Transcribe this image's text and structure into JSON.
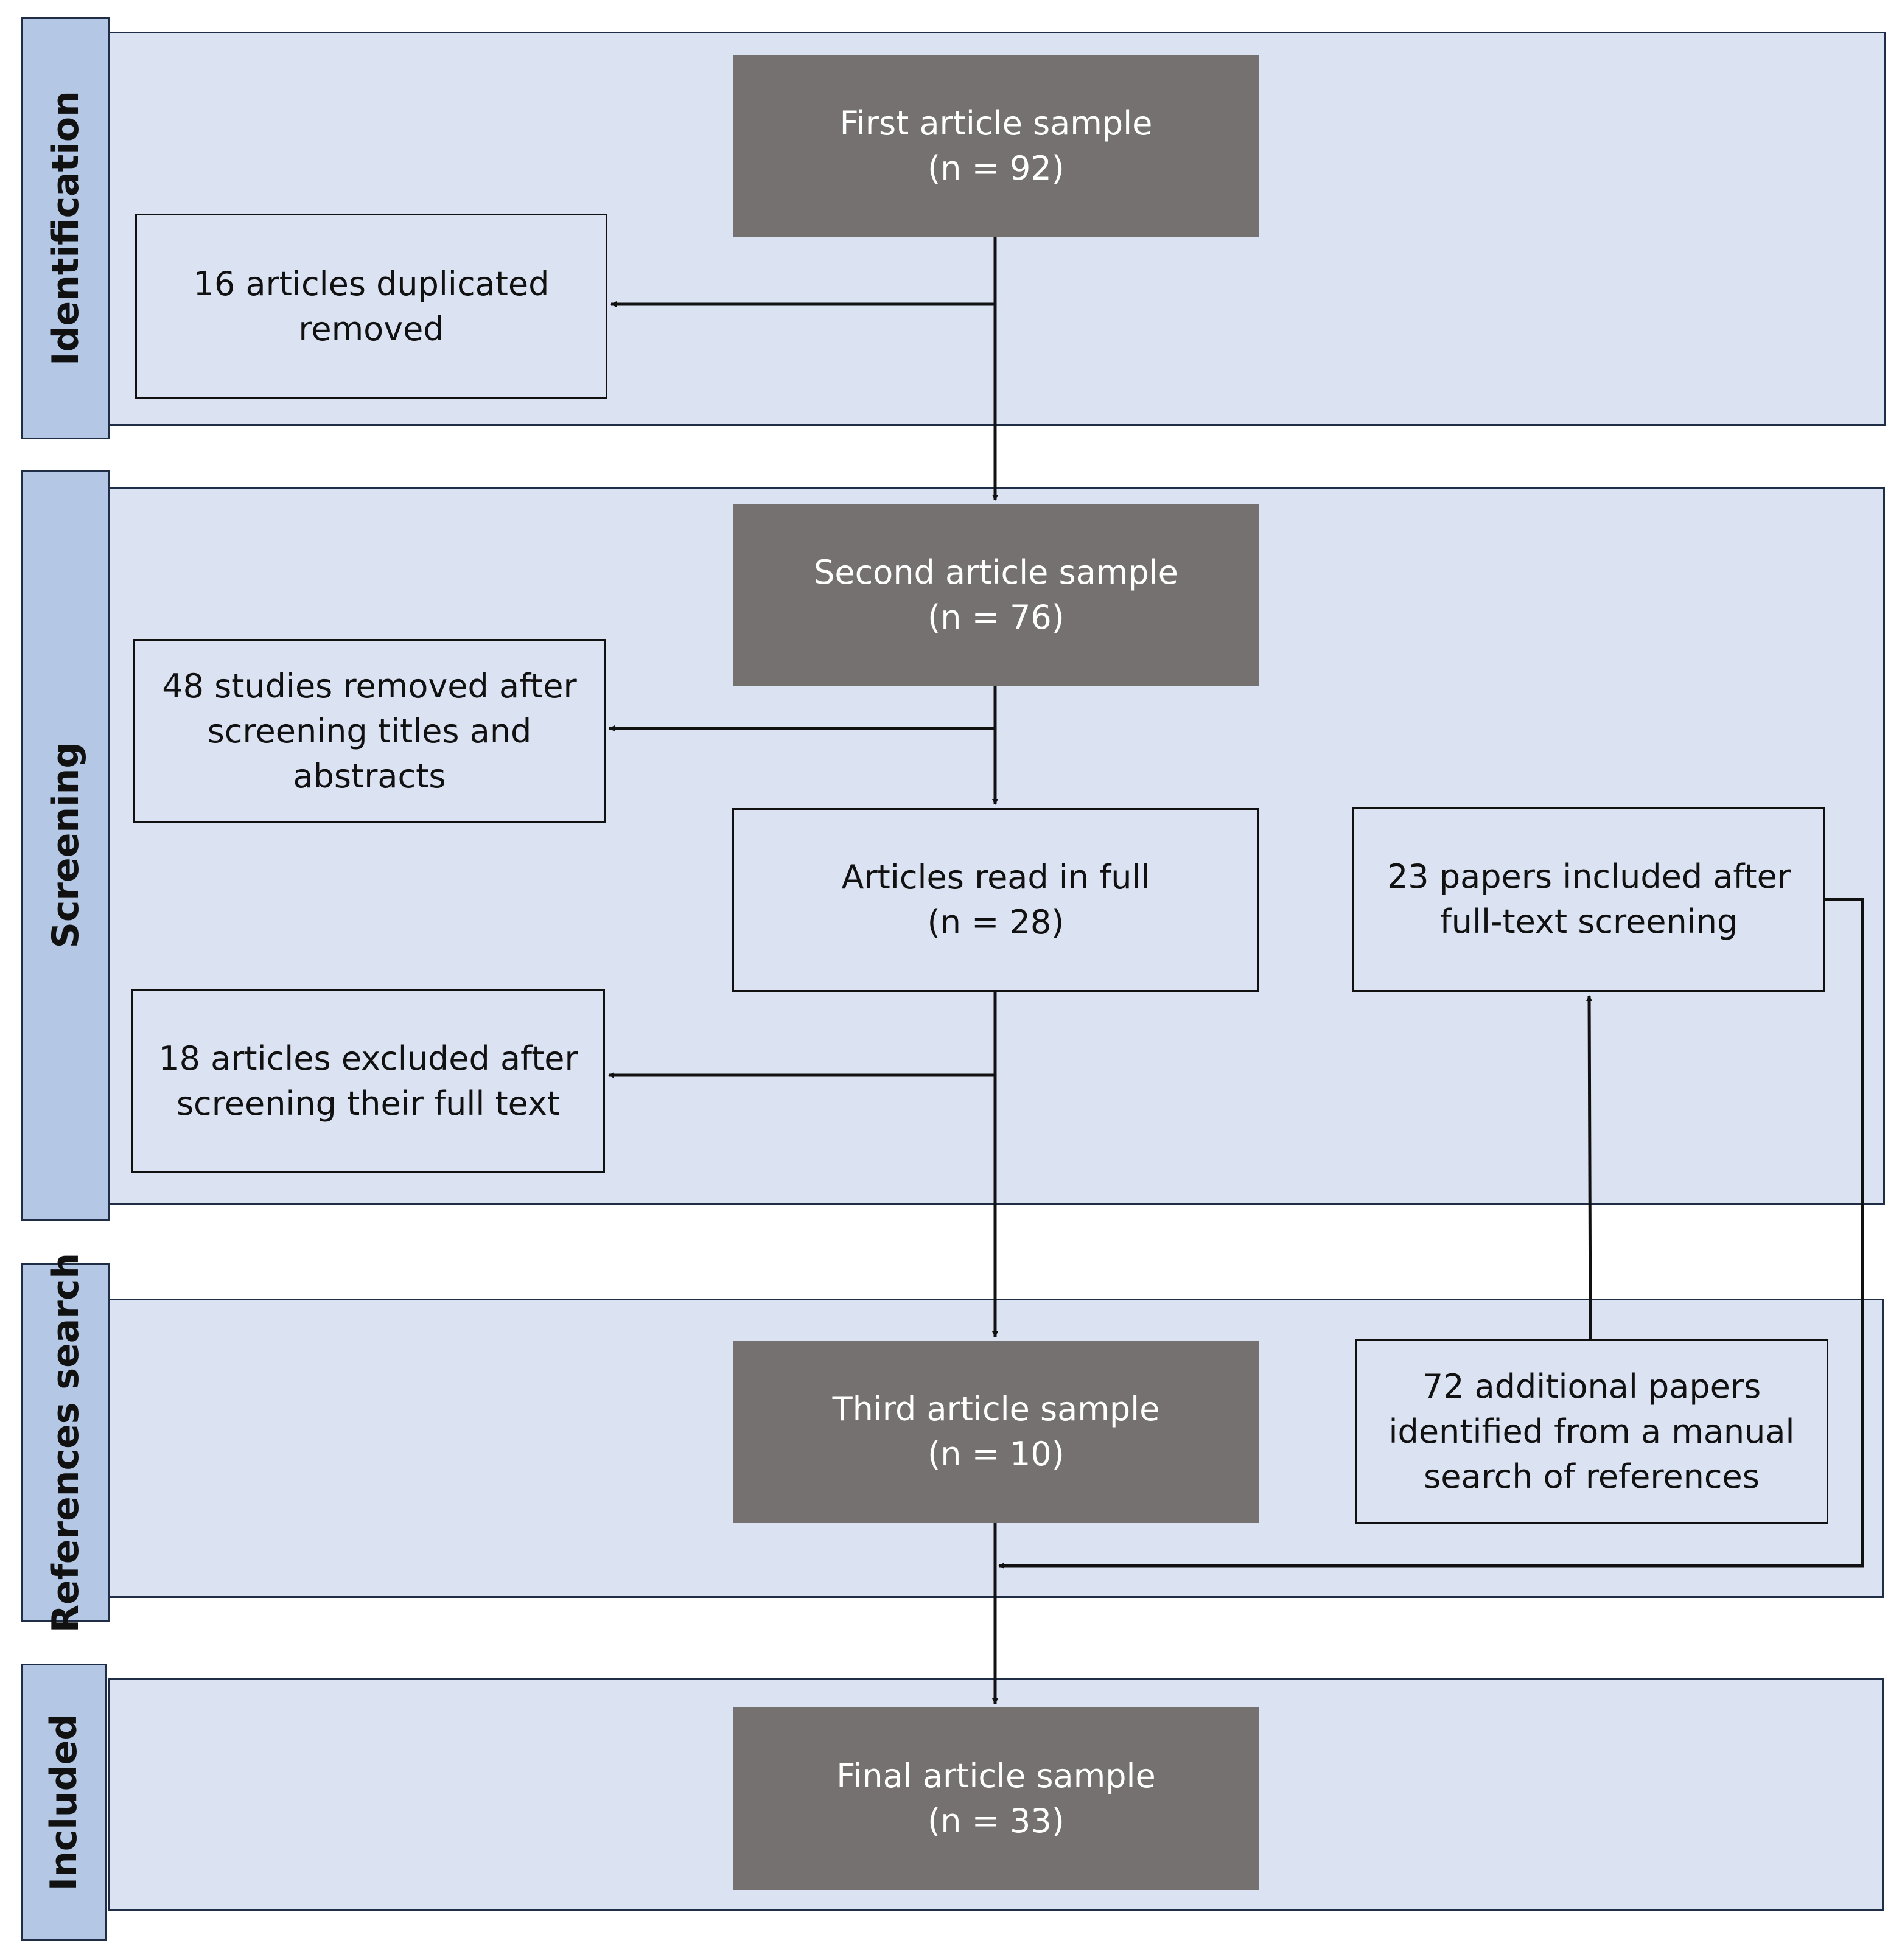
{
  "phases": {
    "identification": "Identification",
    "screening": "Screening",
    "references_search": "References search",
    "included": "Included"
  },
  "boxes": {
    "first_sample": {
      "line1": "First article sample",
      "line2": "(n = 92)"
    },
    "duplicates_removed": {
      "line1": "16 articles duplicated",
      "line2": "removed"
    },
    "second_sample": {
      "line1": "Second article sample",
      "line2": "(n = 76)"
    },
    "removed_titles": {
      "line1": "48 studies removed after",
      "line2": "screening titles and",
      "line3": "abstracts"
    },
    "read_in_full": {
      "line1": "Articles read in full",
      "line2": "(n = 28)"
    },
    "papers_included": {
      "line1": "23 papers included after",
      "line2": "full-text screening"
    },
    "excluded_full_text": {
      "line1": "18 articles excluded after",
      "line2": "screening their full text"
    },
    "third_sample": {
      "line1": "Third article sample",
      "line2": "(n = 10)"
    },
    "additional_papers": {
      "line1": "72 additional papers",
      "line2": "identified from a manual",
      "line3": "search of references"
    },
    "final_sample": {
      "line1": "Final article sample",
      "line2": "(n = 33)"
    }
  },
  "colors": {
    "panel_fill": "#dbe3f3",
    "tab_fill": "#b4c8e6",
    "dark_box": "#757170",
    "border": "#1f2d47"
  }
}
